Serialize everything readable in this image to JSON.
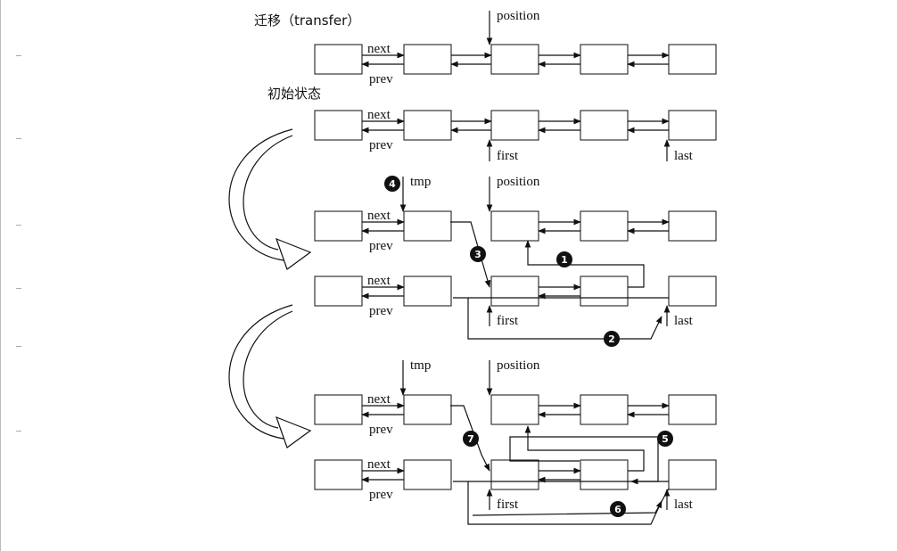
{
  "title": "迁移（transfer）",
  "initial_label": "初始状态",
  "link_labels": {
    "next": "next",
    "prev": "prev"
  },
  "pointer_labels": {
    "position": "position",
    "first": "first",
    "last": "last",
    "tmp": "tmp"
  },
  "steps": [
    "1",
    "2",
    "3",
    "4",
    "5",
    "6",
    "7"
  ]
}
